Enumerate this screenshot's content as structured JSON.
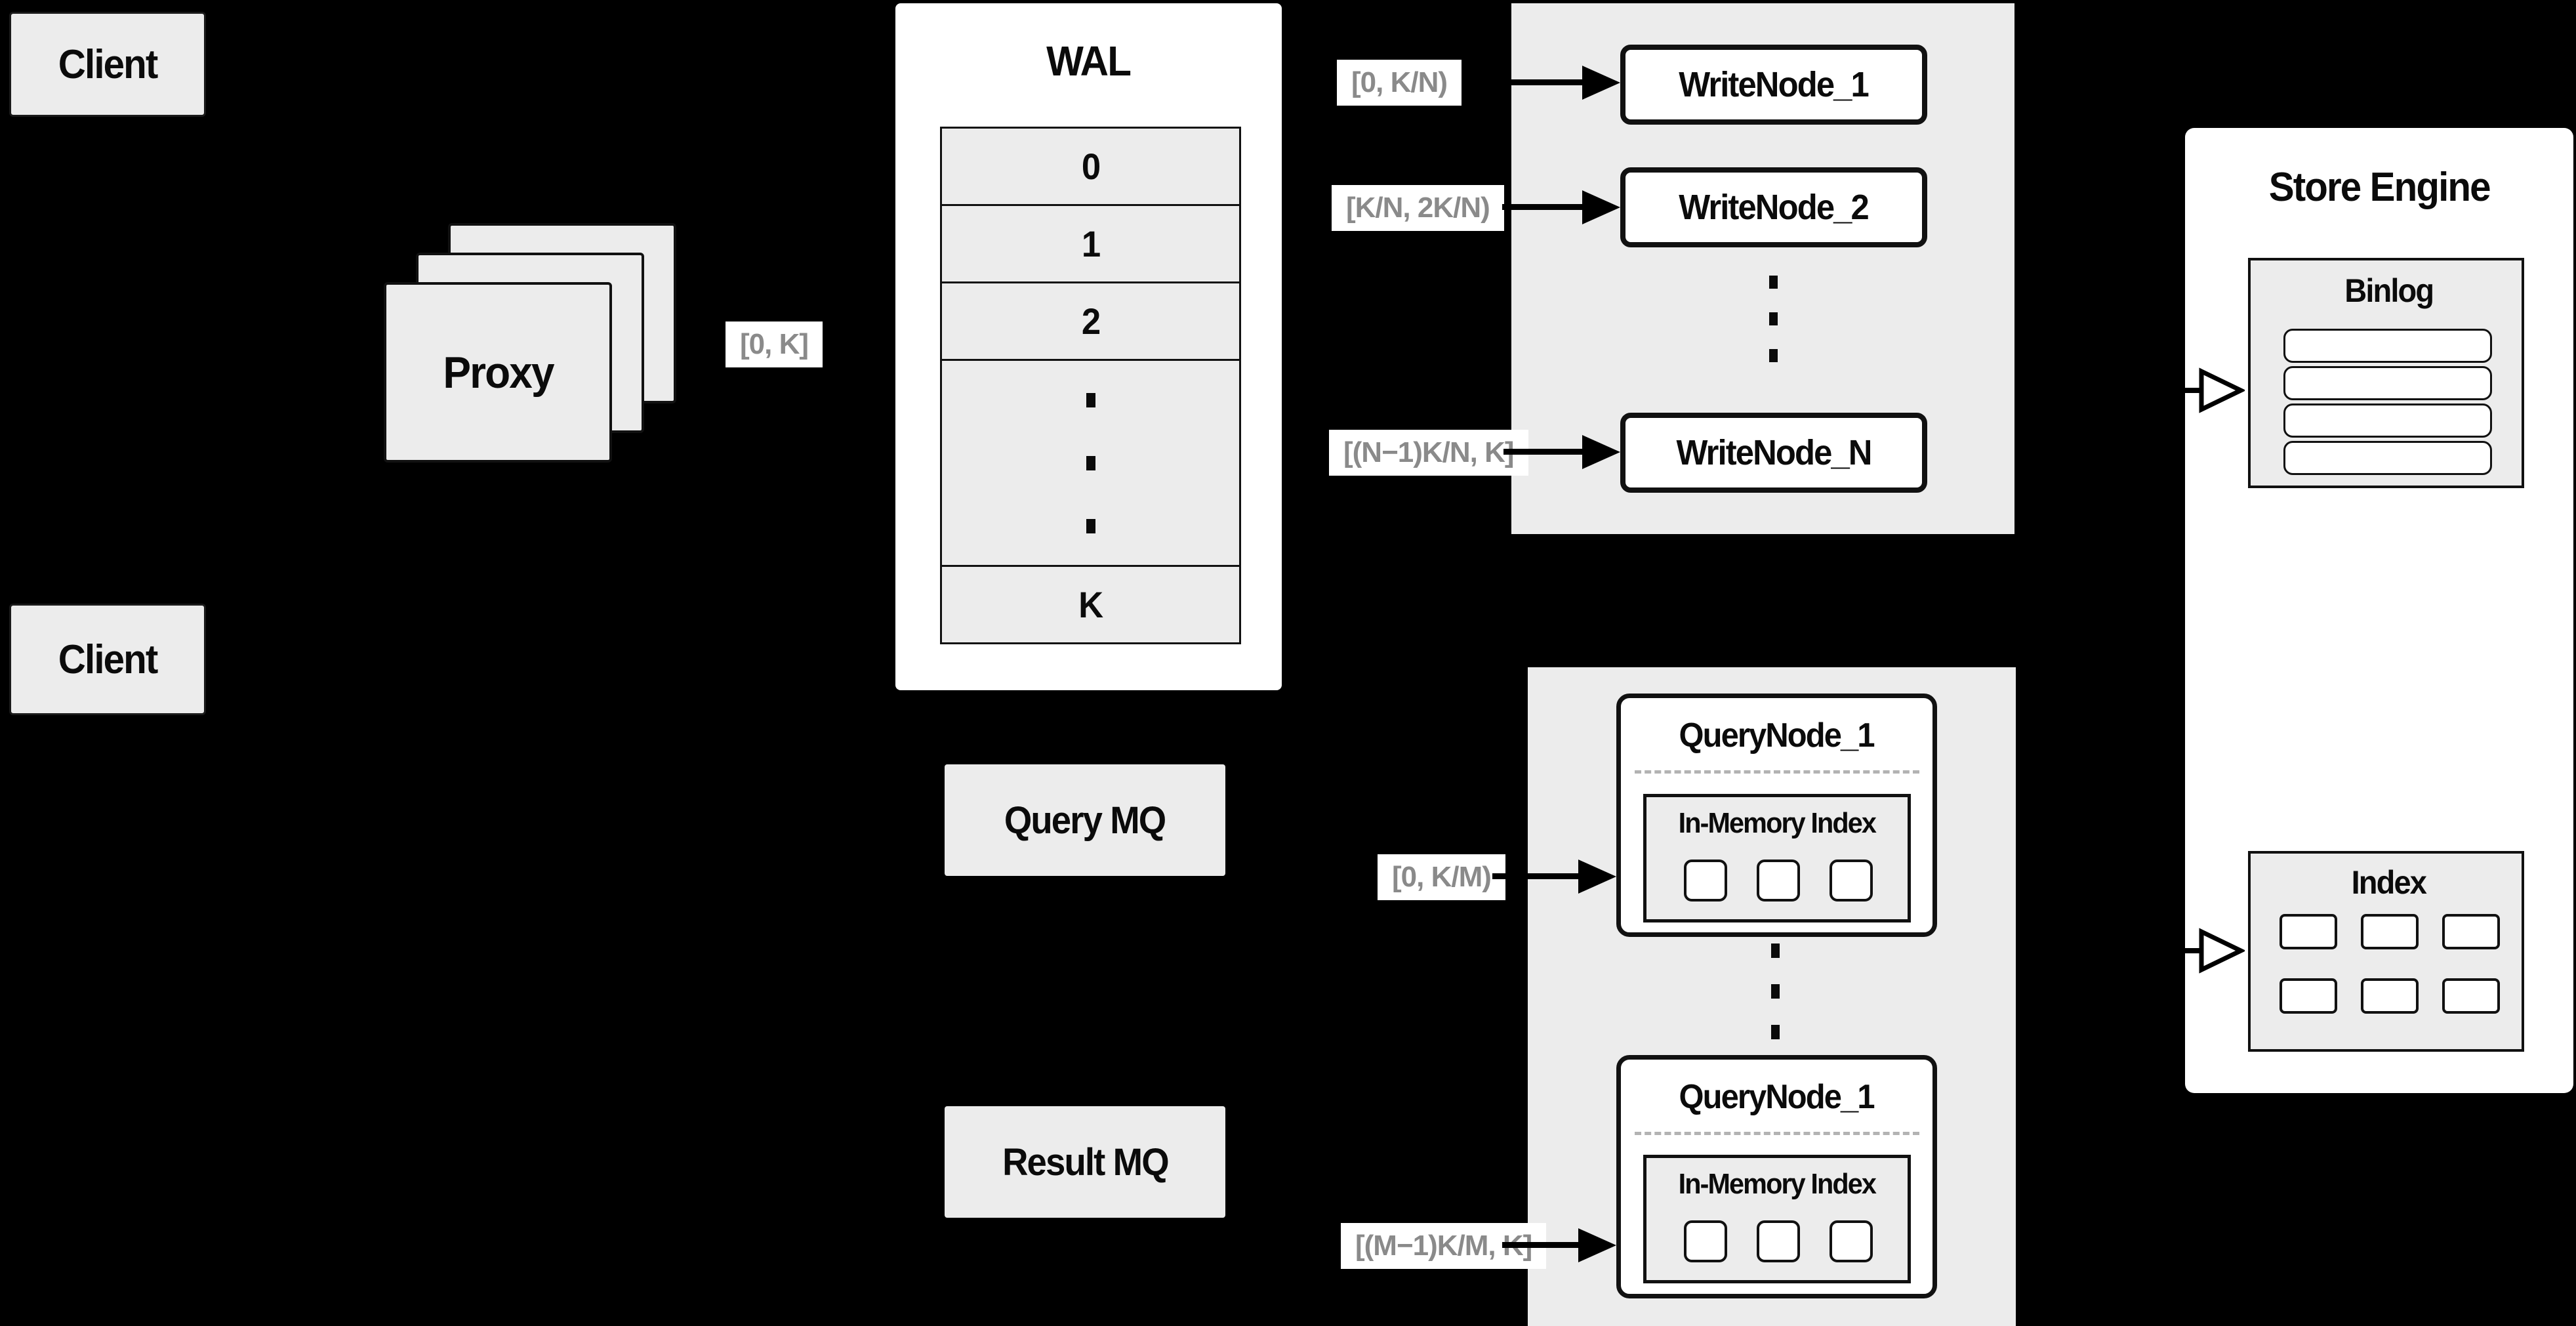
{
  "diagram": {
    "client_top": "Client",
    "client_bottom": "Client",
    "proxy": "Proxy",
    "wal": {
      "title": "WAL",
      "cells": [
        "0",
        "1",
        "2"
      ],
      "last_cell": "K"
    },
    "write_nodes": {
      "node1": "WriteNode_1",
      "node2": "WriteNode_2",
      "nodeN": "WriteNode_N"
    },
    "store_engine": {
      "title": "Store Engine",
      "binlog": "Binlog",
      "index": "Index"
    },
    "mq": {
      "query": "Query MQ",
      "result": "Result MQ"
    },
    "query_nodes": {
      "top": {
        "title": "QueryNode_1",
        "inner": "In-Memory Index"
      },
      "bottom": {
        "title": "QueryNode_1",
        "inner": "In-Memory Index"
      }
    },
    "edge_labels": {
      "proxy_wal": "[0, K]",
      "write_1": "[0, K/N)",
      "write_2": "[K/N, 2K/N)",
      "write_n": "[(N−1)K/N, K]",
      "query_1": "[0, K/M)",
      "query_m": "[(M−1)K/M, K]"
    },
    "colors": {
      "background": "#000000",
      "box_gray": "#ececec",
      "box_white": "#ffffff",
      "text": "#0b0b0b",
      "label_text": "#8a8a8a",
      "border": "#111111"
    }
  }
}
